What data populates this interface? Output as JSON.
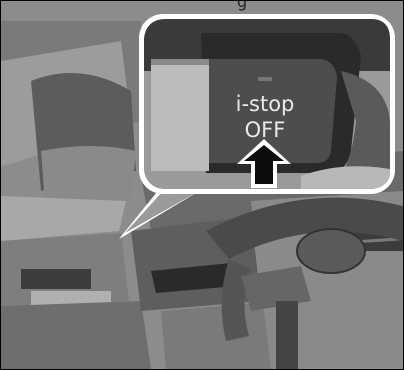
{
  "header": {
    "fragment_text": "g"
  },
  "callout": {
    "line1": "i-stop",
    "line2": "OFF"
  },
  "colors": {
    "dash_mid": "#8e8e8e",
    "dash_dark": "#3a3a3a",
    "callout_bg": "#9a9a9a",
    "button_face": "#4d4d4d",
    "indicator": "#777777",
    "arrow_fill": "#0d0d0d",
    "arrow_outline": "#ffffff"
  },
  "icons": {
    "pointer": "up-arrow-icon"
  }
}
